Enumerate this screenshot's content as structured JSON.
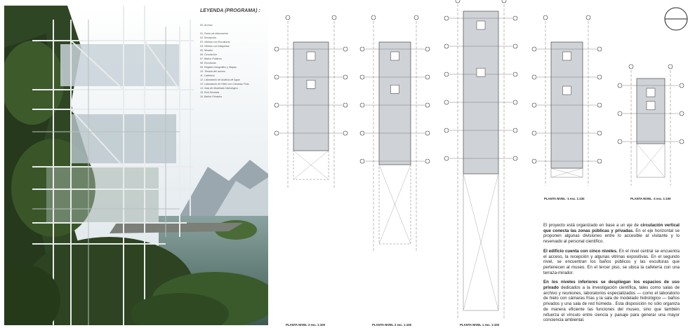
{
  "legend": {
    "title": "LEYENDA (PROGRAMA) :",
    "items": [
      "00. Acceso",
      "01. Punto de información",
      "02. Recepción",
      "03. Vitrinas con Esculturas",
      "04. Vitrinas con Maquetas",
      "05. Mirador",
      "06. Circulación",
      "07. Baños Públicos",
      "08. Esculturas",
      "09. Registro fotográfico y Mapas",
      "10. Terraza del anomo",
      "11. Cafetería",
      "12. Laboratorio de Análisis de Agua",
      "13. Laboratorio de Hielo con Cámaras Frías",
      "14. Sala de Modelado Hidrológico",
      "15. Red Húmeda",
      "16. Baños Privados"
    ]
  },
  "captions": {
    "plan3": "PLANTA NIVEL 3 esc. 1:100",
    "plan2": "PLANTA NIVEL 2 esc. 1:100",
    "plan1": "PLANTA NIVEL 1 esc. 1:100",
    "planm1": "PLANTA NIVEL -1 esc. 1:100",
    "planm2": "PLANTA NIVEL -2 esc. 1:100"
  },
  "text": {
    "p1a": "El proyecto está organizado en base a un eje de ",
    "p1b": "circulación vertical que conecta las zonas públicas y privadas.",
    "p1c": " En el eje horizontal se proponen algunas divisiones entre lo accesible al visitante y lo reservado al personal científico.",
    "p2a": "El edificio cuenta con cinco niveles.",
    "p2b": " En el nivel central se encuentra el acceso, la recepción y algunas vitrinas expositivas. En el segundo nivel, se encuentran los baños públicos y las esculturas que pertenecen al museo. En el tercer piso, se ubica la cafetería con una terraza-mirador.",
    "p3a": "En los niveles inferiores se despliegan los espacios de uso privado",
    "p3b": " dedicados a la investigación científica, tales como salas de archivo y reuniones, laboratorios especializados — como el laboratorio de hielo con cámaras frías y la sala de modelado hidrológico — baños privados y una sala de red húmeda . Esta disposición no sólo organiza de manera eficiente las funciones del museo, sino que también refuerza el vínculo entre ciencia y paisaje para generar una mayor conciencia ambiental."
  },
  "colors": {
    "sky": "#dfe7ec",
    "forest": "#3e5a2e",
    "water": "#6f8a86",
    "mountain": "#8d9aa3",
    "slab": "#cfd3d8",
    "grid": "#444444"
  },
  "icons": {
    "north": "north-arrow-icon"
  }
}
